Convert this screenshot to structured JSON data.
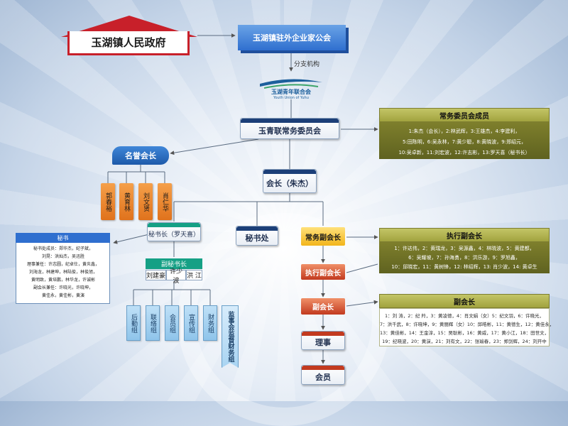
{
  "government": "玉湖镇人民政府",
  "association": "玉湖镇驻外企业家公会",
  "branch_label": "分支机构",
  "logo": {
    "cn": "玉湖青年联合会",
    "en": "Youth Union of Yuhu",
    "color": "#1c5f9c"
  },
  "standing_committee": "玉青联常务委员会",
  "honor": {
    "title": "名誉会长",
    "members": [
      "郭春裕",
      "黄育林",
      "刘文贤",
      "肖仁华"
    ]
  },
  "president": "会长（朱杰）",
  "secretary_general": "秘书长（罗天喜）",
  "secretariat": "秘书处",
  "secretariat_panel": {
    "title": "秘书",
    "lines": [
      "秘书处成员：郑华杰，纪子斌，",
      "刘晃：洪灿杰，吴迅胜",
      "理事兼任：许志圆，纪卓仕，黄炎鑫，",
      "刘海龙，林建坤，林陆俊，林俊旭，",
      "黄明致，黄培鹏，林华龙，许诚彬",
      "副会长兼任：许晓光，许晓坤，",
      "黄佳永，黄佳彬，黄演"
    ]
  },
  "deputy_secretary": {
    "title": "副秘书长",
    "names": [
      "刘建豪",
      "许少波",
      "洪 江"
    ]
  },
  "groups": [
    "后勤组",
    "联络组",
    "会员组",
    "宣传组",
    "财务组"
  ],
  "supervisory": "监事会监督财务组",
  "chain": [
    "常务副会长",
    "执行副会长",
    "副会长",
    "理事",
    "会员"
  ],
  "panels": {
    "standing_members": {
      "title": "常务委员会成员",
      "lines": [
        "1:朱杰（会长），2:林武辉，3:王雄杰，4:李建利，",
        "5:田陈明，6:吴永林，7:黄少聪，8:黄晓波，9:郑绍元，",
        "10:吴卓新，11:刘宏波，12:许志彬，13:罗天喜（秘书长）"
      ]
    },
    "executive_vp": {
      "title": "执行副会长",
      "lines": [
        "1：许达伟，2：黄瑞龙，3：吴源鑫，4：林晓波，5：黄建都，",
        "6：吴耀坡，7：孙海勇，8：洪乐游，9：罗旭鑫，",
        "10：邱晓宏，11：黄树锋，12: 林绍辉，13: 肖少波，14: 黄卓生"
      ]
    },
    "vp": {
      "title": "副会长",
      "lines": [
        "1：刘 涛，2：纪 羚，3：黄凌德，4：肖文娟（女）5：纪文羽，6：许晓光，",
        "7：洪千武，8：许晓坤，9：黄丽辉（女）10：邱皓彬，11：黄德生，12：黄佳永，",
        "13：黄佳彬，14：王金淳，15：吴耿彬，16：黄威，17：黄小江，18：田世文，",
        "19：纪晓波，20：黄演，21：刘有文，22：张瑜春，23：郑剑辉，24：刘开中"
      ]
    }
  }
}
